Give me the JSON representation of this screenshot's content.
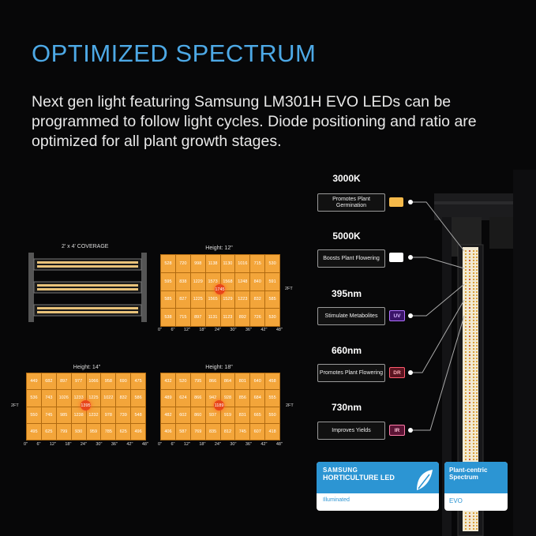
{
  "heading": "OPTIMIZED SPECTRUM",
  "description": "Next gen light featuring Samsung LM301H EVO LEDs can be programmed to follow light cycles. Diode positioning and ratio are optimized for all plant growth stages.",
  "coverage_label": "2' x 4' COVERAGE",
  "grids": [
    {
      "title": "Height: 12\"",
      "side": "2FT",
      "rows": [
        [
          "528",
          "720",
          "998",
          "1138",
          "1130",
          "1016",
          "715",
          "530"
        ],
        [
          "595",
          "838",
          "1229",
          "1573",
          "1568",
          "1248",
          "840",
          "591"
        ],
        [
          "585",
          "827",
          "1225",
          "1565",
          "1529",
          "1223",
          "832",
          "585"
        ],
        [
          "538",
          "715",
          "897",
          "1131",
          "1123",
          "892",
          "726",
          "530"
        ]
      ],
      "peak": "1745",
      "axis": [
        "0\"",
        "6\"",
        "12\"",
        "18\"",
        "24\"",
        "30\"",
        "36\"",
        "42\"",
        "48\""
      ]
    },
    {
      "title": "Height: 14\"",
      "side": "2FT",
      "rows": [
        [
          "449",
          "682",
          "897",
          "977",
          "1066",
          "958",
          "690",
          "475"
        ],
        [
          "536",
          "743",
          "1026",
          "1233",
          "1225",
          "1022",
          "832",
          "586"
        ],
        [
          "550",
          "745",
          "985",
          "1238",
          "1232",
          "978",
          "739",
          "548"
        ],
        [
          "495",
          "625",
          "799",
          "930",
          "959",
          "785",
          "625",
          "496"
        ]
      ],
      "peak": "1395",
      "axis": [
        "0\"",
        "6\"",
        "12\"",
        "18\"",
        "24\"",
        "30\"",
        "36\"",
        "42\"",
        "48\""
      ]
    },
    {
      "title": "Height: 18\"",
      "side": "2FT",
      "rows": [
        [
          "432",
          "520",
          "795",
          "866",
          "864",
          "801",
          "640",
          "458"
        ],
        [
          "489",
          "624",
          "866",
          "942",
          "928",
          "856",
          "684",
          "555"
        ],
        [
          "482",
          "602",
          "860",
          "937",
          "919",
          "831",
          "665",
          "550"
        ],
        [
          "406",
          "587",
          "769",
          "835",
          "812",
          "745",
          "607",
          "418"
        ]
      ],
      "peak": "1189",
      "axis": [
        "0\"",
        "6\"",
        "12\"",
        "18\"",
        "24\"",
        "30\"",
        "36\"",
        "42\"",
        "48\""
      ]
    }
  ],
  "spectrum": [
    {
      "name": "3000K",
      "desc": "Promotes Plant Germination",
      "badge": "",
      "color": "#f5b94a"
    },
    {
      "name": "5000K",
      "desc": "Boosts Plant Flowering",
      "badge": "",
      "color": "#ffffff"
    },
    {
      "name": "395nm",
      "desc": "Stimulate Metabolites",
      "badge": "UV",
      "color": "#7a2fd0"
    },
    {
      "name": "660nm",
      "desc": "Promotes Plant Flowering",
      "badge": "DR",
      "color": "#e0344a"
    },
    {
      "name": "730nm",
      "desc": "Improves Yields",
      "badge": "IR",
      "color": "#e85a8a"
    }
  ],
  "samsung": {
    "brand": "SAMSUNG",
    "product": "HORTICULTURE LED",
    "footer": "Illuminated"
  },
  "evo": {
    "title": "Plant-centric Spectrum",
    "footer": "EVO"
  },
  "accent": "#4da9e6"
}
